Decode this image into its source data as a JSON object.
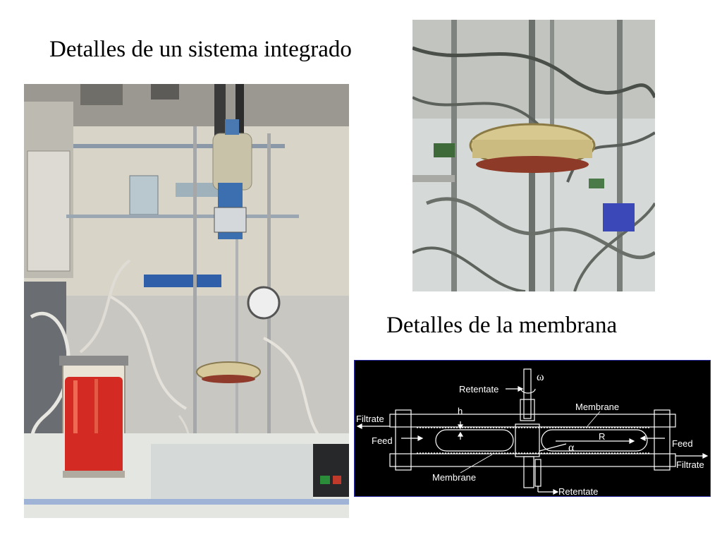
{
  "slide": {
    "title_main": "Detalles de un sistema integrado",
    "title_membrane": "Detalles de la membrana"
  },
  "diagram": {
    "labels": {
      "omega": "ω",
      "retentate_top": "Retentate",
      "h": "h",
      "membrane_top": "Membrane",
      "filtrate_left": "Filtrate",
      "feed_left": "Feed",
      "r": "R",
      "alpha": "α",
      "feed_right": "Feed",
      "filtrate_right": "Filtrate",
      "membrane_bottom": "Membrane",
      "retentate_bottom": "Retentate"
    }
  },
  "colors": {
    "background": "#ffffff",
    "diagram_background": "#000000",
    "diagram_lines": "#ffffff",
    "bioreactor_liquid": "#d42a24",
    "diagram_border": "#2a2aa0"
  }
}
